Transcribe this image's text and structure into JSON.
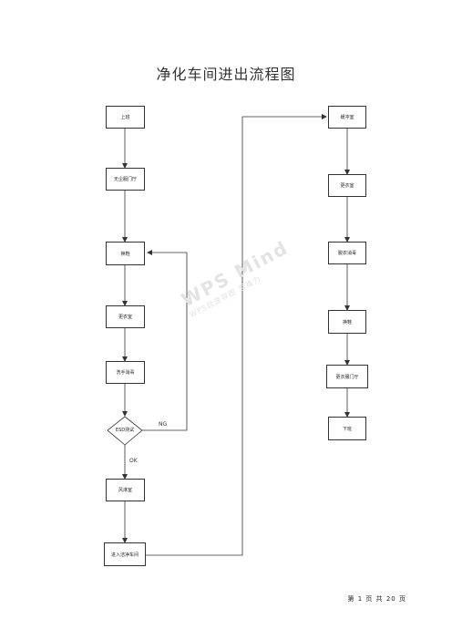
{
  "title": "净化车间进出流程图",
  "nodes": {
    "n1": "上班",
    "n2": "无尘服门厅",
    "n3": "换鞋",
    "n4": "更衣室",
    "n5": "洗手消毒",
    "n6": "ESD测试",
    "n7": "风淋室",
    "n8": "进入洁净车间",
    "r1": "缓冲室",
    "r2": "更衣室",
    "r3": "脱衣消毒",
    "r4": "换鞋",
    "r5": "更衣服门厅",
    "r6": "下班"
  },
  "edge_labels": {
    "ng": "NG",
    "ok": "OK"
  },
  "watermark": {
    "line1": "WPS Mind",
    "line2": "WPS极速导图 思维力"
  },
  "footer": "第 1 页 共 20 页"
}
